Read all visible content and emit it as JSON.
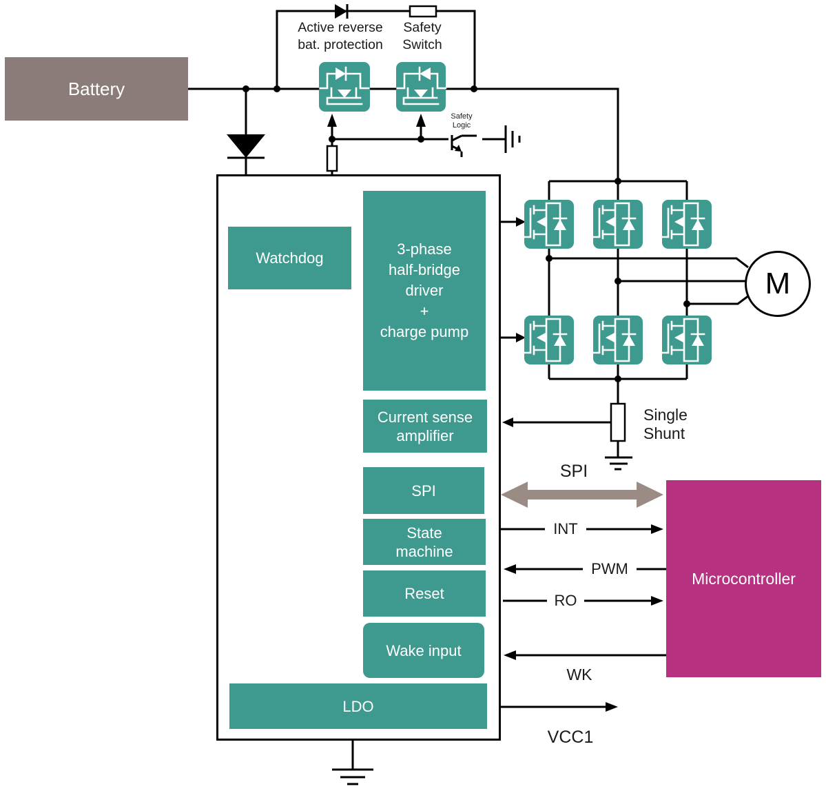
{
  "colors": {
    "teal": "#3E9A8F",
    "battery": "#8B7B79",
    "mcu": "#B73181",
    "spi_arrow": "#9A8B85",
    "wire": "#000000",
    "text": "#1A1A1A"
  },
  "battery": {
    "label": "Battery"
  },
  "top": {
    "active_reverse_label": "Active reverse\nbat. protection",
    "safety_switch_label": "Safety\nSwitch",
    "safety_logic_label": "Safety\nLogic"
  },
  "ic_blocks": {
    "watchdog": "Watchdog",
    "driver": "3-phase\nhalf-bridge\ndriver\n+\ncharge pump",
    "current_sense": "Current sense\namplifier",
    "spi": "SPI",
    "state_machine": "State\nmachine",
    "reset": "Reset",
    "wake_input": "Wake input",
    "ldo": "LDO"
  },
  "bridge": {
    "shunt_label": "Single\nShunt"
  },
  "motor": {
    "label": "M"
  },
  "microcontroller": {
    "label": "Microcontroller"
  },
  "signals": {
    "spi": "SPI",
    "int": "INT",
    "pwm": "PWM",
    "ro": "RO",
    "wk": "WK",
    "vcc1": "VCC1"
  }
}
